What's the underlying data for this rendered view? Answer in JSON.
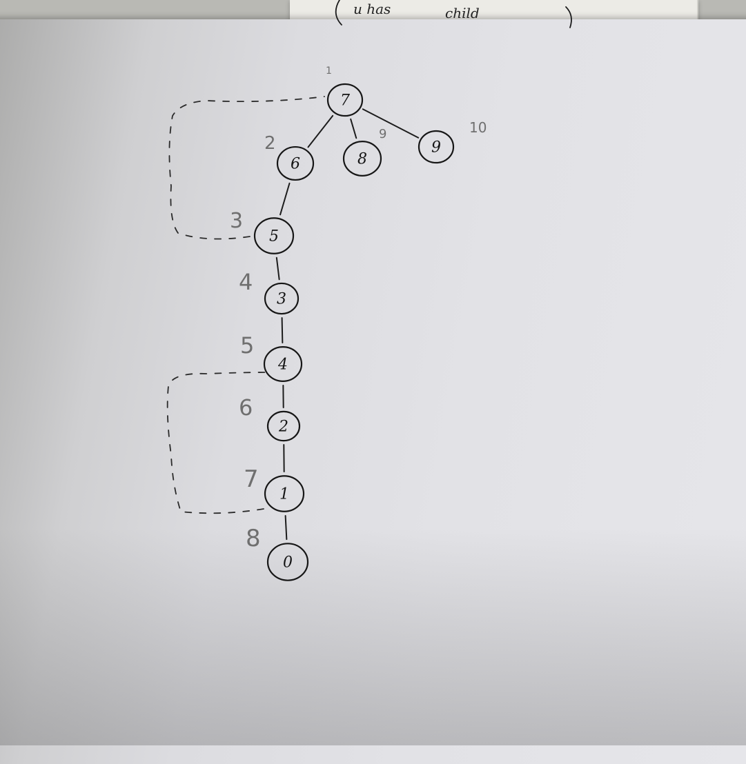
{
  "top_note": {
    "text1": "u has",
    "text2": "child"
  },
  "nodes": [
    {
      "id": "n7",
      "label": "7",
      "order": "1"
    },
    {
      "id": "n6",
      "label": "6",
      "order": "2"
    },
    {
      "id": "n8",
      "label": "8",
      "order": "9"
    },
    {
      "id": "n9",
      "label": "9",
      "order": "10"
    },
    {
      "id": "n5",
      "label": "5",
      "order": "3"
    },
    {
      "id": "n3",
      "label": "3",
      "order": "4"
    },
    {
      "id": "n4",
      "label": "4",
      "order": "5"
    },
    {
      "id": "n2",
      "label": "2",
      "order": "6"
    },
    {
      "id": "n1",
      "label": "1",
      "order": "7"
    },
    {
      "id": "n0",
      "label": "0",
      "order": "8"
    }
  ],
  "edges": [
    [
      "n7",
      "n6"
    ],
    [
      "n7",
      "n8"
    ],
    [
      "n7",
      "n9"
    ],
    [
      "n6",
      "n5"
    ],
    [
      "n5",
      "n3"
    ],
    [
      "n3",
      "n4"
    ],
    [
      "n4",
      "n2"
    ],
    [
      "n2",
      "n1"
    ],
    [
      "n1",
      "n0"
    ]
  ],
  "back_edges": [
    [
      "n5",
      "n7"
    ],
    [
      "n1",
      "n4"
    ]
  ],
  "colors": {
    "ink": "#1c1c1c",
    "pencil": "#6f6f6f",
    "paper": "#e2e2e6"
  }
}
